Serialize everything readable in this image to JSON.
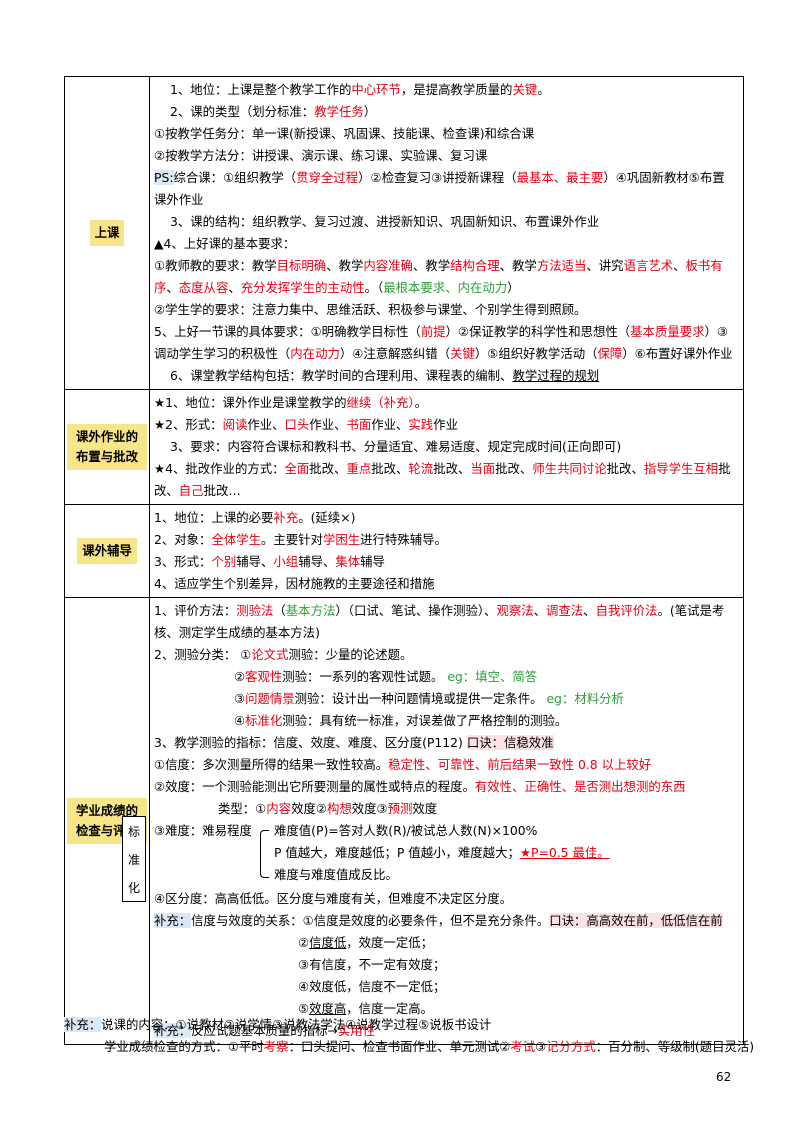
{
  "rows": {
    "shangke": {
      "title": "上课",
      "l1": [
        "1、地位：上课是整个教学工作的",
        "中心环节",
        "，是提高教学质量的",
        "关键",
        "。"
      ],
      "l2": [
        "2、课的类型（划分标准：",
        "教学任务",
        "）"
      ],
      "l3": "①按教学任务分：单一课(新授课、巩固课、技能课、检查课)和综合课",
      "l4": "②按教学方法分：讲授课、演示课、练习课、实验课、复习课",
      "l5": [
        "PS:",
        "综合课：①组织教学（",
        "贯穿全过程",
        "）②检查复习③讲授新课程（",
        "最基本、最主要",
        "）④巩固新教材⑤布置课外作业"
      ],
      "l6": "3、课的结构：组织教学、复习过渡、进授新知识、巩固新知识、布置课外作业",
      "l7": "▲4、上好课的基本要求：",
      "l8": [
        "①教师教的要求：教学",
        "目标明确",
        "、教学",
        "内容准确",
        "、教学",
        "结构合理",
        "、教学",
        "方法适当",
        "、讲究",
        "语言艺术",
        "、",
        "板书有序",
        "、",
        "态度从容",
        "、",
        "充分发挥学生的主动性",
        "。（",
        "最根本要求、内在动力",
        "）"
      ],
      "l9": "②学生学的要求：注意力集中、思维活跃、积极参与课堂、个别学生得到照顾。",
      "l10": [
        "5、上好一节课的具体要求：①明确教学目标性（",
        "前提",
        "）②保证教学的科学性和思想性（",
        "基本质量要求",
        "）③调动学生学习的积极性（",
        "内在动力",
        "）④注意解惑纠错（",
        "关键",
        "）⑤组织好教学活动（",
        "保障",
        "）⑥布置好课外作业"
      ],
      "l11": [
        "6、课堂教学结构包括：教学时间的合理利用、课程表的编制、",
        "教学过程的规划"
      ]
    },
    "zuoye": {
      "title": "课外作业的布置与批改",
      "l1": [
        "★1、地位：课外作业是课堂教学的",
        "继续（补充）",
        "。"
      ],
      "l2": [
        "★2、形式：",
        "阅读",
        "作业、",
        "口头",
        "作业、",
        "书面",
        "作业、",
        "实践",
        "作业"
      ],
      "l3": "3、要求：内容符合课标和教科书、分量适宜、难易适度、规定完成时间(正向即可)",
      "l4": [
        "★4、批改作业的方式：",
        "全面",
        "批改、",
        "重点",
        "批改、",
        "轮流",
        "批改、",
        "当面",
        "批改、",
        "师生共同讨论",
        "批改、",
        "指导学生互相",
        "批改、",
        "自己",
        "批改…"
      ]
    },
    "fudao": {
      "title": "课外辅导",
      "l1": [
        "1、地位：上课的必要",
        "补充",
        "。(延续×)"
      ],
      "l2": [
        "2、对象：",
        "全体学生",
        "。主要针对",
        "学困生",
        "进行特殊辅导。"
      ],
      "l3": [
        "3、形式：",
        "个别",
        "辅导、",
        "小组",
        "辅导、",
        "集体",
        "辅导"
      ],
      "l4": "4、适应学生个别差异，因材施教的主要途径和措施"
    },
    "jiancha": {
      "title": "学业成绩的检查与评定",
      "l1": [
        "1、评价方法：",
        "测验法",
        "（",
        "基本方法",
        "）（口试、笔试、操作测验）、",
        "观察法",
        "、",
        "调查法",
        "、",
        "自我评价法",
        "。(笔试是考核、测定学生成绩的基本方法)"
      ],
      "l2": [
        "2、测验分类：  ①",
        "论文式",
        "测验：少量的论述题。"
      ],
      "l3": [
        "②",
        "客观性",
        "测验：一系列的客观性试题。  ",
        "eg：填空、简答"
      ],
      "l4": [
        "③",
        "问题情景",
        "测验：设计出一种问题情境或提供一定条件。  ",
        "eg：材料分析"
      ],
      "l5": [
        "④",
        "标准化",
        "测验：具有统一标准，对误差做了严格控制的测验。"
      ],
      "l6": [
        "3、教学测验的指标：信度、效度、难度、区分度(P112)  ",
        "口诀：信稳效准"
      ],
      "l7": [
        "①信度：多次测量所得的结果一致性较高。",
        "稳定性、可靠性、前后结果一致性 0.8 以上较好"
      ],
      "l8": [
        "②效度：一个测验能测出它所要测量的属性或特点的程度。",
        "有效性、正确性、是否测出想测的东西"
      ],
      "l9": [
        "类型：①",
        "内容",
        "效度②",
        "构想",
        "效度③",
        "预测",
        "效度"
      ],
      "std": [
        "标",
        "准",
        "化"
      ],
      "ld_label": "③难度：难易程度",
      "ld_a": "难度值(P)=答对人数(R)/被试总人数(N)×100%",
      "ld_b": [
        "P 值越大，难度越低；P 值越小，难度越大；",
        "★P=0.5 最佳。"
      ],
      "ld_c": "难度与难度值成反比。",
      "l10": "④区分度：高高低低。区分度与难度有关，但难度不决定区分度。",
      "l11": [
        "补充：",
        "信度与效度的关系：①信度是效度的必要条件，但不是充分条件。",
        "口诀：高高效在前，低低信在前"
      ],
      "l12": [
        "②",
        "信度低",
        "，效度一定低；"
      ],
      "l13": "③有信度，不一定有效度；",
      "l14": "④效度低，信度不一定低；",
      "l15": [
        "⑤",
        "效度高",
        "，信度一定高。"
      ],
      "l16": [
        "补充：",
        "反应试题基本质量的指标→",
        "实用性"
      ]
    }
  },
  "footer": {
    "f1": [
      "补充：",
      "说课的内容：①说教材②说学情③说教法学法④说教学过程⑤说板书设计"
    ],
    "f2": [
      "学业成绩检查的方式：①平时",
      "考察",
      "：口头提问、检查书面作业、单元测试②",
      "考试",
      "③",
      "记分方式",
      "：百分制、等级制(题目灵活)"
    ]
  },
  "page_number": "62"
}
